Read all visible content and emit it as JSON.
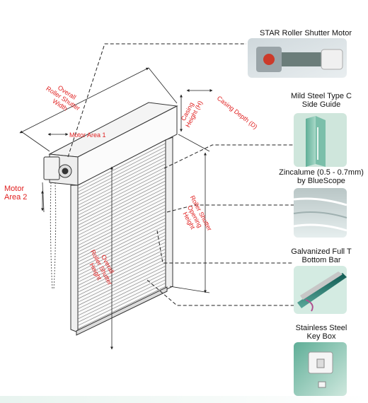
{
  "labels": {
    "overall_width_1": "Overall",
    "overall_width_2": "Roller Shutter",
    "overall_width_3": "Width",
    "motor_area_1": "Motor Area 1",
    "motor_area_2_a": "Motor",
    "motor_area_2_b": "Area 2",
    "casing_height_1": "Casing",
    "casing_height_2": "Height (H)",
    "casing_depth": "Casing Depth (D)",
    "opening_1": "Roller Shutter",
    "opening_2": "Opening",
    "opening_3": "Height",
    "overall_height_1": "Overall",
    "overall_height_2": "Roller Shutter",
    "overall_height_3": "Height"
  },
  "components": [
    {
      "title_lines": [
        "STAR Roller Shutter Motor"
      ],
      "icon": "motor-icon"
    },
    {
      "title_lines": [
        "Mild Steel Type C",
        "Side Guide"
      ],
      "icon": "side-guide-icon"
    },
    {
      "title_lines": [
        "Zincalume (0.5 - 0.7mm)",
        "by BlueScope"
      ],
      "icon": "zincalume-sheet-icon"
    },
    {
      "title_lines": [
        "Galvanized Full T",
        "Bottom Bar"
      ],
      "icon": "bottom-bar-icon"
    },
    {
      "title_lines": [
        "Stainless Steel",
        "Key Box"
      ],
      "icon": "key-box-icon"
    }
  ],
  "colors": {
    "label_red": "#e02020",
    "leader": "#333333",
    "thumb_bg": "#d8ece4"
  }
}
